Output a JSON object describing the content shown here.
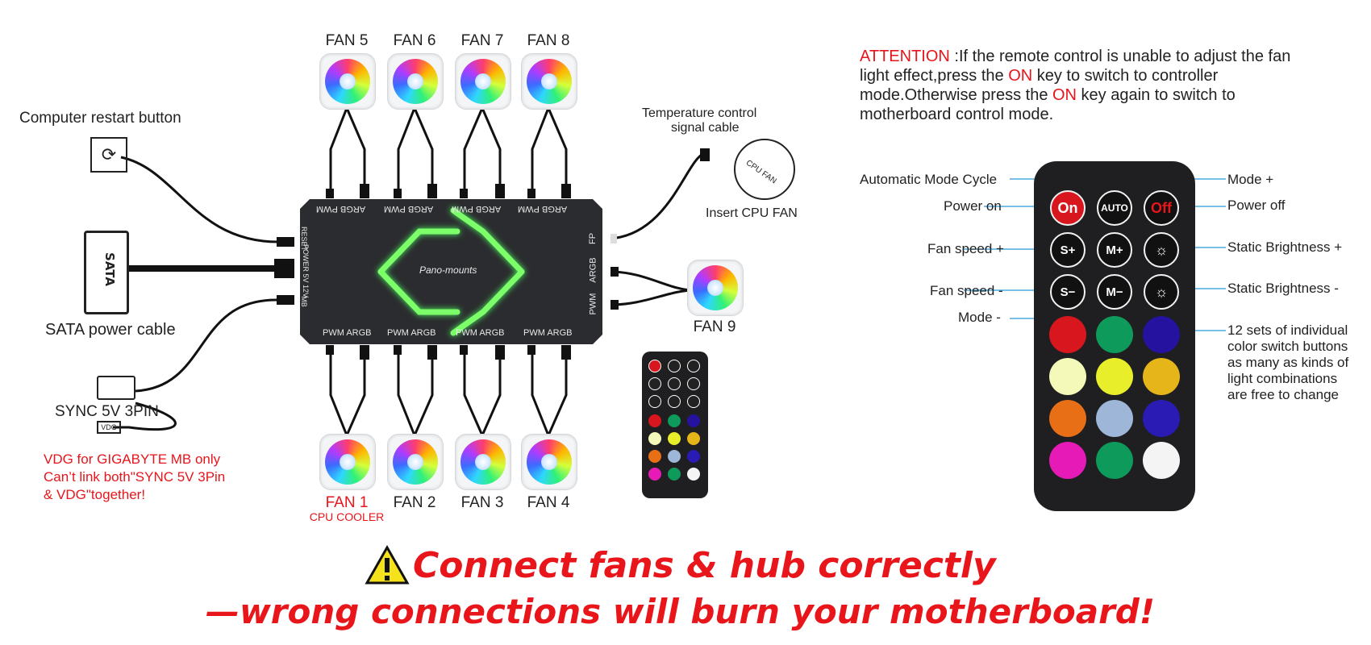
{
  "fans_top": [
    "FAN 5",
    "FAN 6",
    "FAN 7",
    "FAN 8"
  ],
  "fans_bottom": [
    "FAN 1",
    "FAN 2",
    "FAN 3",
    "FAN 4"
  ],
  "fan1_sub": "CPU COOLER",
  "fan9": "FAN 9",
  "left_labels": {
    "restart": "Computer restart button",
    "sata": "SATA power cable",
    "sata_plug": "SATA",
    "sync": "SYNC 5V 3PIN",
    "vdg_plug": "VDG",
    "vdg_note_1": "VDG for GIGABYTE MB only",
    "vdg_note_2": "Can’t link both\"SYNC 5V 3Pin",
    "vdg_note_3": "& VDG\"together!"
  },
  "temp": {
    "line1": "Temperature control",
    "line2": "signal cable",
    "cpu_fan_plug": "CPU FAN",
    "insert": "Insert CPU FAN"
  },
  "hub": {
    "brand": "Pano-mounts",
    "top_ports": [
      "ARGB PWM",
      "ARGB PWM",
      "ARGB PWM",
      "ARGB PWM"
    ],
    "bottom_ports": [
      "PWM ARGB",
      "PWM ARGB",
      "PWM ARGB",
      "PWM ARGB"
    ],
    "left_ports": [
      "RESET",
      "POWER 5V 12V",
      "MB"
    ],
    "right_ports": [
      "FP",
      "ARGB",
      "PWM"
    ]
  },
  "attention": {
    "keyword": "ATTENTION",
    "t1": " :If the remote control is unable to adjust the fan light effect,press  the ",
    "on1": "ON",
    "t2": " key to switch to controller mode.Otherwise press the ",
    "on2": "ON",
    "t3": " key again to switch to motherboard control mode."
  },
  "remote_buttons": {
    "on": "On",
    "auto": "AUTO",
    "off": "Off",
    "s_plus": "S+",
    "m_plus": "M+",
    "s_minus": "S−",
    "m_minus": "M−"
  },
  "callouts": {
    "auto_cycle": "Automatic Mode Cycle",
    "power_on": "Power on",
    "fan_speed_plus": "Fan speed +",
    "fan_speed_minus": "Fan speed -",
    "mode_minus": "Mode -",
    "mode_plus": "Mode +",
    "power_off": "Power off",
    "static_plus": "Static Brightness +",
    "static_minus": "Static Brightness -",
    "color_1": "12 sets of individual",
    "color_2": "color switch buttons",
    "color_3": "as many as kinds of",
    "color_4": "light combinations",
    "color_5": "are free to change"
  },
  "color_buttons": [
    "#d8161d",
    "#0d9a5a",
    "#25139f",
    "#f4f8b8",
    "#e8ee2a",
    "#e6b51a",
    "#e86f16",
    "#9eb6d8",
    "#2a1bb5",
    "#e61bb7",
    "#0d9a5a",
    "#f4f4f4"
  ],
  "warning": {
    "line1": "Connect fans & hub correctly",
    "line2": "—wrong connections will burn your motherboard!"
  }
}
